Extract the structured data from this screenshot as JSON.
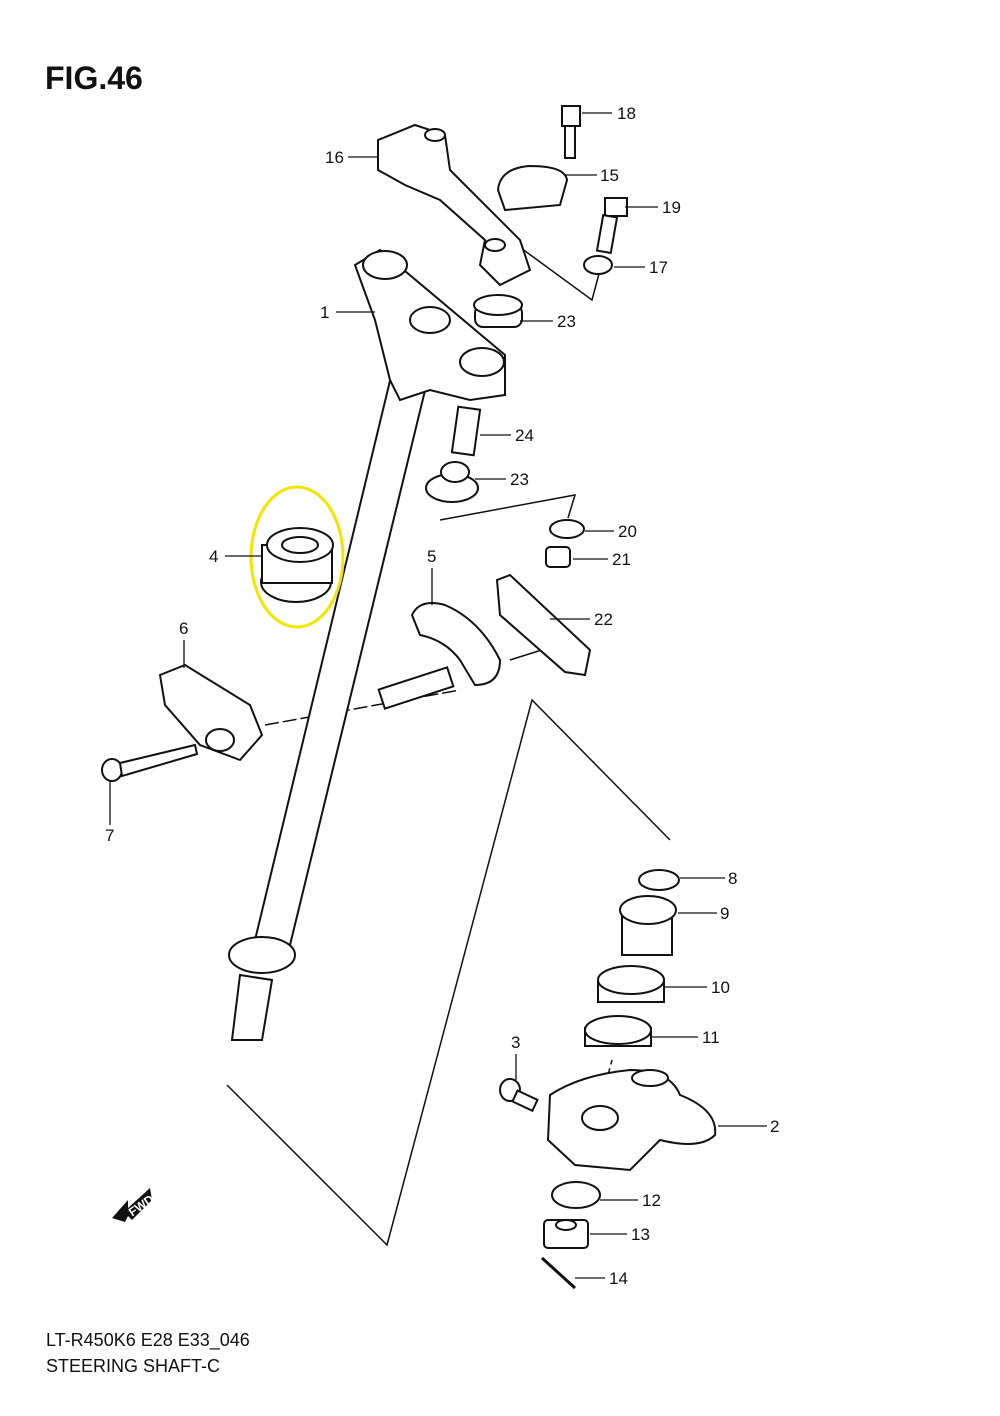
{
  "figure": {
    "title": "FIG.46",
    "model_code": "LT-R450K6 E28 E33_046",
    "name": "STEERING SHAFT-C"
  },
  "fwd_icon": {
    "label": "FWD"
  },
  "highlight": {
    "part": "4",
    "color": "#f2e600"
  },
  "callouts": [
    "18",
    "16",
    "15",
    "19",
    "17",
    "1",
    "23",
    "24",
    "23",
    "20",
    "21",
    "4",
    "5",
    "22",
    "6",
    "7",
    "8",
    "9",
    "10",
    "11",
    "3",
    "2",
    "12",
    "13",
    "14"
  ]
}
